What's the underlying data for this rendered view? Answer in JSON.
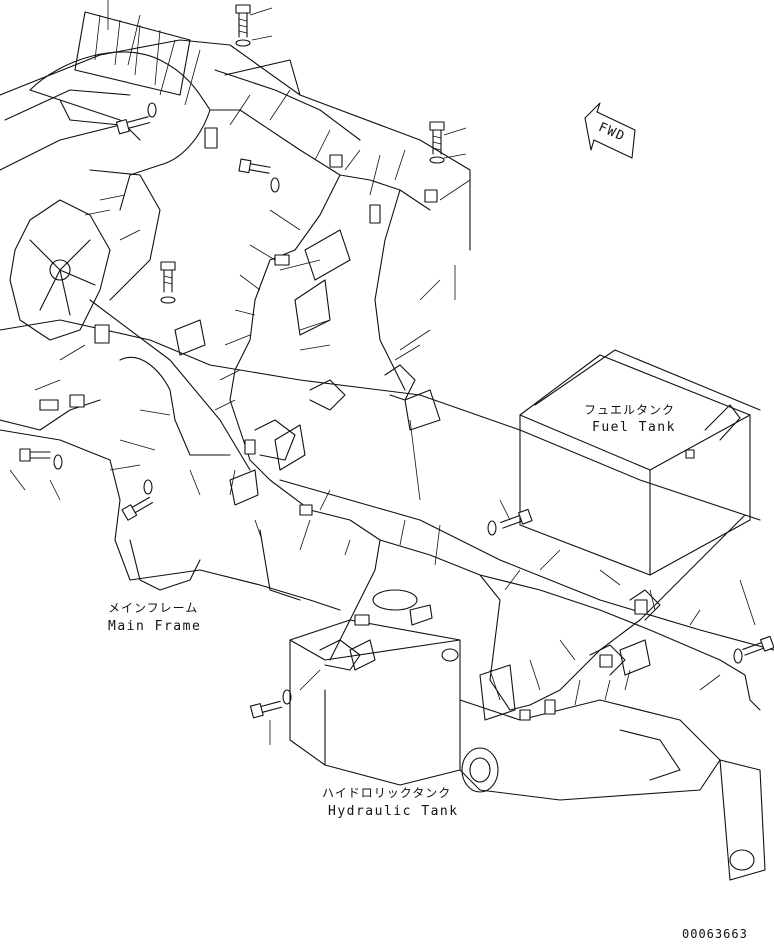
{
  "labels": {
    "fuel_tank_jp": "フュエルタンク",
    "fuel_tank_en": "Fuel Tank",
    "main_frame_jp": "メインフレーム",
    "main_frame_en": "Main Frame",
    "hydraulic_tank_jp": "ハイドロリックタンク",
    "hydraulic_tank_en": "Hydraulic Tank",
    "fwd": "FWD"
  },
  "drawing_number": "00063663"
}
